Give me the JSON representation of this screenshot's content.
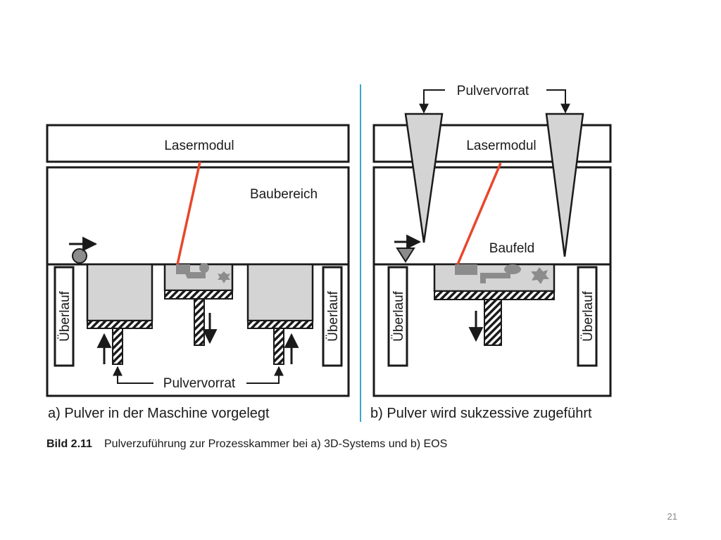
{
  "panel_a": {
    "laser_module": "Lasermodul",
    "build_area": "Baubereich",
    "overflow_left": "Überlauf",
    "overflow_right": "Überlauf",
    "powder_supply": "Pulvervorrat",
    "caption": "a) Pulver in der Maschine vorgelegt"
  },
  "panel_b": {
    "powder_supply": "Pulvervorrat",
    "laser_module": "Lasermodul",
    "build_field": "Baufeld",
    "overflow_left": "Überlauf",
    "overflow_right": "Überlauf",
    "caption": "b) Pulver wird sukzessive zugeführt"
  },
  "figure": {
    "number": "Bild 2.11",
    "caption": "Pulverzuführung zur Prozesskammer bei a) 3D-Systems und b) EOS"
  },
  "page_number": "21",
  "colors": {
    "laser": "#e8462a",
    "divider": "#3aa6c8",
    "powder": "#d4d4d4",
    "part": "#8c8c8c",
    "outline": "#1a1a1a"
  }
}
